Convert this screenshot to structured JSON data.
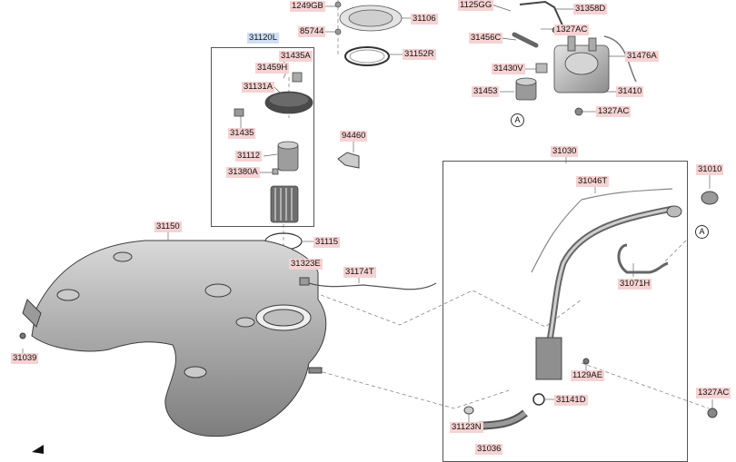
{
  "diagram": {
    "group_label": "31120L",
    "labels": {
      "p1249GB": "1249GB",
      "p85744": "85744",
      "p31106": "31106",
      "p31152R": "31152R",
      "p1125GG": "1125GG",
      "p31358D": "31358D",
      "p1327AC_a": "1327AC",
      "p31456C": "31456C",
      "p31476A": "31476A",
      "p31430V": "31430V",
      "p31453": "31453",
      "p31410": "31410",
      "p1327AC_b": "1327AC",
      "p31435A": "31435A",
      "p31459H": "31459H",
      "p31131A": "31131A",
      "p31435": "31435",
      "p31112": "31112",
      "p31380A": "31380A",
      "p94460": "94460",
      "p31150": "31150",
      "p31115": "31115",
      "p31323E": "31323E",
      "p31174T": "31174T",
      "p31039": "31039",
      "p31030": "31030",
      "p31046T": "31046T",
      "p31010": "31010",
      "p31071H": "31071H",
      "p1129AE": "1129AE",
      "p31141D": "31141D",
      "p1327AC_c": "1327AC",
      "p31123N": "31123N",
      "p31036": "31036"
    },
    "callouts": {
      "a1": "A",
      "a2": "A"
    }
  }
}
